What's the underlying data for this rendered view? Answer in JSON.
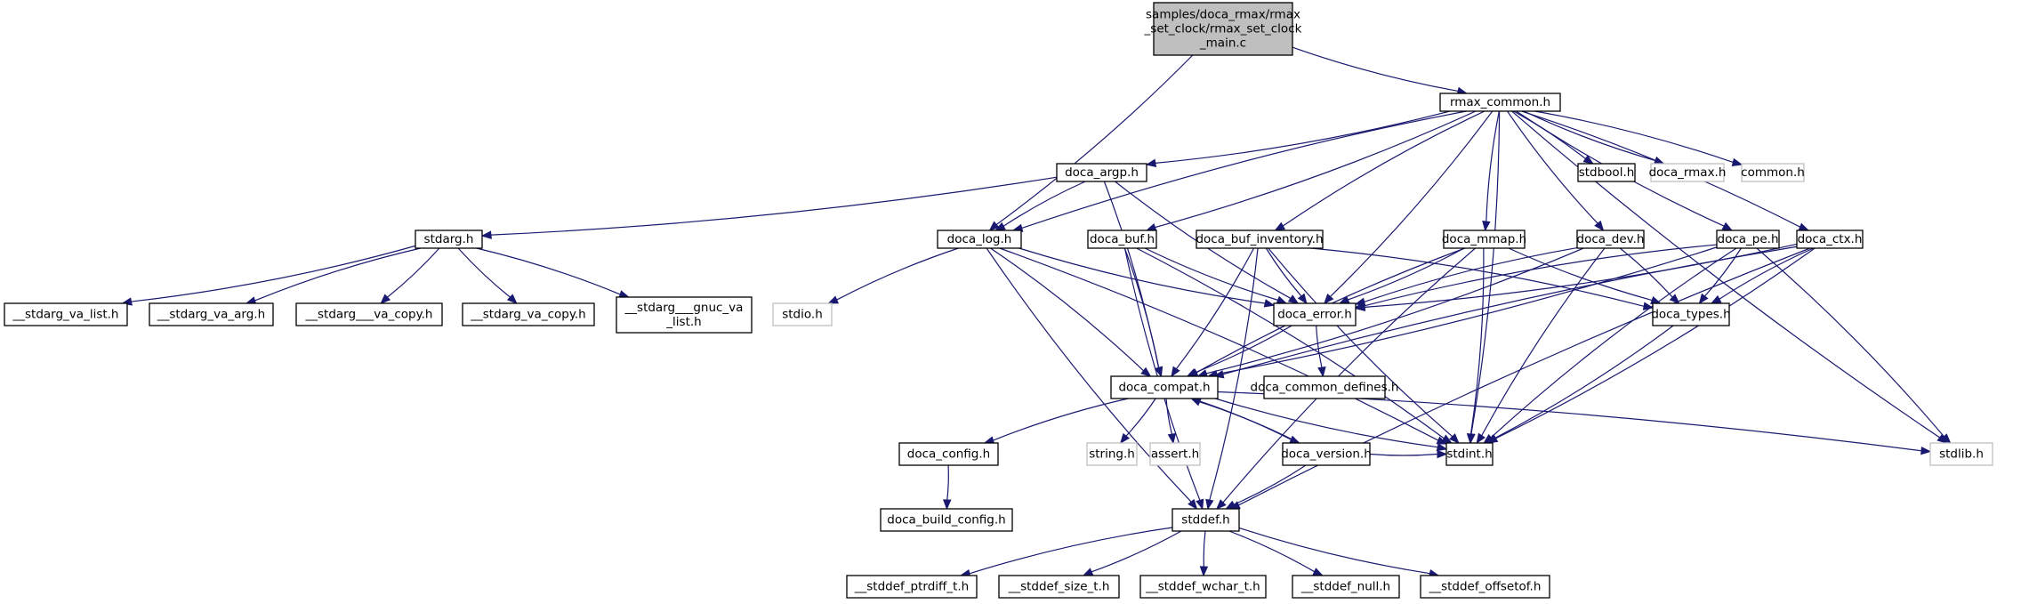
{
  "title": "samples/doca_rmax/rmax_set_clock/rmax_set_clock_main.c include dependency graph",
  "colors": {
    "edge": "#191970",
    "root_fill": "#bfbfbf",
    "node_border": "#000000",
    "external_border": "#bfbfbf"
  },
  "nodes": [
    {
      "id": "root",
      "label": [
        "samples/doca_rmax/rmax",
        "_set_clock/rmax_set_clock",
        "_main.c"
      ],
      "kind": "root"
    },
    {
      "id": "rmax_common",
      "label": [
        "rmax_common.h"
      ],
      "kind": "normal"
    },
    {
      "id": "doca_argp",
      "label": [
        "doca_argp.h"
      ],
      "kind": "normal"
    },
    {
      "id": "doca_log",
      "label": [
        "doca_log.h"
      ],
      "kind": "normal"
    },
    {
      "id": "doca_buf",
      "label": [
        "doca_buf.h"
      ],
      "kind": "normal"
    },
    {
      "id": "doca_buf_inventory",
      "label": [
        "doca_buf_inventory.h"
      ],
      "kind": "normal"
    },
    {
      "id": "doca_mmap",
      "label": [
        "doca_mmap.h"
      ],
      "kind": "normal"
    },
    {
      "id": "doca_dev",
      "label": [
        "doca_dev.h"
      ],
      "kind": "normal"
    },
    {
      "id": "doca_pe",
      "label": [
        "doca_pe.h"
      ],
      "kind": "normal"
    },
    {
      "id": "doca_ctx",
      "label": [
        "doca_ctx.h"
      ],
      "kind": "normal"
    },
    {
      "id": "stdbool",
      "label": [
        "stdbool.h"
      ],
      "kind": "normal"
    },
    {
      "id": "doca_rmax",
      "label": [
        "doca_rmax.h"
      ],
      "kind": "external"
    },
    {
      "id": "common",
      "label": [
        "common.h"
      ],
      "kind": "external"
    },
    {
      "id": "stdarg",
      "label": [
        "stdarg.h"
      ],
      "kind": "normal"
    },
    {
      "id": "stdarg_va_list",
      "label": [
        "__stdarg_va_list.h"
      ],
      "kind": "normal"
    },
    {
      "id": "stdarg_va_arg",
      "label": [
        "__stdarg_va_arg.h"
      ],
      "kind": "normal"
    },
    {
      "id": "stdarg___va_copy",
      "label": [
        "__stdarg___va_copy.h"
      ],
      "kind": "normal"
    },
    {
      "id": "stdarg_va_copy",
      "label": [
        "__stdarg_va_copy.h"
      ],
      "kind": "normal"
    },
    {
      "id": "stdarg_gnuc_va_list",
      "label": [
        "__stdarg___gnuc_va",
        "_list.h"
      ],
      "kind": "normal"
    },
    {
      "id": "stdio",
      "label": [
        "stdio.h"
      ],
      "kind": "external"
    },
    {
      "id": "doca_error",
      "label": [
        "doca_error.h"
      ],
      "kind": "normal"
    },
    {
      "id": "doca_types",
      "label": [
        "doca_types.h"
      ],
      "kind": "normal"
    },
    {
      "id": "doca_compat",
      "label": [
        "doca_compat.h"
      ],
      "kind": "normal"
    },
    {
      "id": "doca_common_defines",
      "label": [
        "doca_common_defines.h"
      ],
      "kind": "normal"
    },
    {
      "id": "doca_config",
      "label": [
        "doca_config.h"
      ],
      "kind": "normal"
    },
    {
      "id": "string",
      "label": [
        "string.h"
      ],
      "kind": "external"
    },
    {
      "id": "assert",
      "label": [
        "assert.h"
      ],
      "kind": "external"
    },
    {
      "id": "doca_version",
      "label": [
        "doca_version.h"
      ],
      "kind": "normal"
    },
    {
      "id": "stdint",
      "label": [
        "stdint.h"
      ],
      "kind": "normal"
    },
    {
      "id": "stdlib",
      "label": [
        "stdlib.h"
      ],
      "kind": "external"
    },
    {
      "id": "doca_build_config",
      "label": [
        "doca_build_config.h"
      ],
      "kind": "normal"
    },
    {
      "id": "stddef",
      "label": [
        "stddef.h"
      ],
      "kind": "normal"
    },
    {
      "id": "stddef_ptrdiff_t",
      "label": [
        "__stddef_ptrdiff_t.h"
      ],
      "kind": "normal"
    },
    {
      "id": "stddef_size_t",
      "label": [
        "__stddef_size_t.h"
      ],
      "kind": "normal"
    },
    {
      "id": "stddef_wchar_t",
      "label": [
        "__stddef_wchar_t.h"
      ],
      "kind": "normal"
    },
    {
      "id": "stddef_null",
      "label": [
        "__stddef_null.h"
      ],
      "kind": "normal"
    },
    {
      "id": "stddef_offsetof",
      "label": [
        "__stddef_offsetof.h"
      ],
      "kind": "normal"
    }
  ],
  "edges": [
    [
      "root",
      "doca_log"
    ],
    [
      "root",
      "rmax_common"
    ],
    [
      "rmax_common",
      "doca_argp"
    ],
    [
      "rmax_common",
      "doca_log"
    ],
    [
      "rmax_common",
      "doca_buf"
    ],
    [
      "rmax_common",
      "doca_buf_inventory"
    ],
    [
      "rmax_common",
      "doca_error"
    ],
    [
      "rmax_common",
      "doca_mmap"
    ],
    [
      "rmax_common",
      "stdint"
    ],
    [
      "rmax_common",
      "doca_dev"
    ],
    [
      "rmax_common",
      "stdbool"
    ],
    [
      "rmax_common",
      "doca_rmax"
    ],
    [
      "rmax_common",
      "common"
    ],
    [
      "rmax_common",
      "doca_pe"
    ],
    [
      "rmax_common",
      "doca_ctx"
    ],
    [
      "rmax_common",
      "stdlib"
    ],
    [
      "doca_argp",
      "stdarg"
    ],
    [
      "doca_argp",
      "doca_log"
    ],
    [
      "doca_argp",
      "doca_compat"
    ],
    [
      "doca_argp",
      "doca_error"
    ],
    [
      "stdarg",
      "stdarg_va_list"
    ],
    [
      "stdarg",
      "stdarg_va_arg"
    ],
    [
      "stdarg",
      "stdarg___va_copy"
    ],
    [
      "stdarg",
      "stdarg_va_copy"
    ],
    [
      "stdarg",
      "stdarg_gnuc_va_list"
    ],
    [
      "doca_log",
      "stdio"
    ],
    [
      "doca_log",
      "doca_compat"
    ],
    [
      "doca_log",
      "doca_error"
    ],
    [
      "doca_log",
      "stdint"
    ],
    [
      "doca_log",
      "stddef"
    ],
    [
      "doca_buf",
      "doca_compat"
    ],
    [
      "doca_buf",
      "doca_error"
    ],
    [
      "doca_buf",
      "stdint"
    ],
    [
      "doca_buf",
      "stddef"
    ],
    [
      "doca_buf_inventory",
      "doca_compat"
    ],
    [
      "doca_buf_inventory",
      "doca_error"
    ],
    [
      "doca_buf_inventory",
      "doca_types"
    ],
    [
      "doca_buf_inventory",
      "stdint"
    ],
    [
      "doca_buf_inventory",
      "stddef"
    ],
    [
      "doca_mmap",
      "doca_compat"
    ],
    [
      "doca_mmap",
      "doca_error"
    ],
    [
      "doca_mmap",
      "doca_types"
    ],
    [
      "doca_mmap",
      "stdint"
    ],
    [
      "doca_mmap",
      "stddef"
    ],
    [
      "doca_dev",
      "doca_compat"
    ],
    [
      "doca_dev",
      "doca_error"
    ],
    [
      "doca_dev",
      "doca_types"
    ],
    [
      "doca_dev",
      "stdint"
    ],
    [
      "doca_pe",
      "doca_compat"
    ],
    [
      "doca_pe",
      "doca_error"
    ],
    [
      "doca_pe",
      "doca_types"
    ],
    [
      "doca_pe",
      "stdint"
    ],
    [
      "doca_pe",
      "stdlib"
    ],
    [
      "doca_ctx",
      "doca_compat"
    ],
    [
      "doca_ctx",
      "doca_error"
    ],
    [
      "doca_ctx",
      "doca_types"
    ],
    [
      "doca_ctx",
      "stdint"
    ],
    [
      "doca_ctx",
      "stddef"
    ],
    [
      "doca_error",
      "doca_compat"
    ],
    [
      "doca_error",
      "doca_common_defines"
    ],
    [
      "doca_types",
      "stdint"
    ],
    [
      "doca_compat",
      "doca_config"
    ],
    [
      "doca_compat",
      "string"
    ],
    [
      "doca_compat",
      "assert"
    ],
    [
      "doca_compat",
      "doca_version"
    ],
    [
      "doca_compat",
      "stdint"
    ],
    [
      "doca_compat",
      "stdlib"
    ],
    [
      "doca_version",
      "doca_compat"
    ],
    [
      "doca_version",
      "stddef"
    ],
    [
      "doca_version",
      "stdint"
    ],
    [
      "doca_config",
      "doca_build_config"
    ],
    [
      "stddef",
      "stddef_ptrdiff_t"
    ],
    [
      "stddef",
      "stddef_size_t"
    ],
    [
      "stddef",
      "stddef_wchar_t"
    ],
    [
      "stddef",
      "stddef_null"
    ],
    [
      "stddef",
      "stddef_offsetof"
    ]
  ]
}
